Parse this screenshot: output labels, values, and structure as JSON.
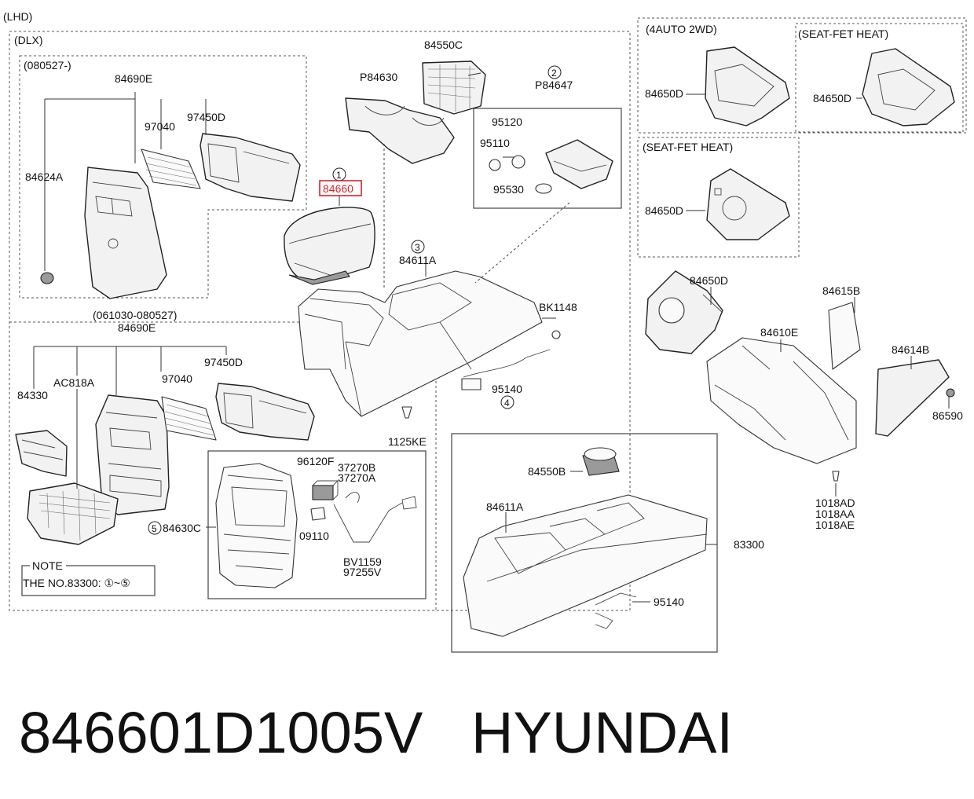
{
  "diagram": {
    "header_lhd": "(LHD)",
    "header_dlx": "(DLX)",
    "frame_080527": "(080527-)",
    "frame_061030": "(061030-080527)",
    "frame_4auto": "(4AUTO 2WD)",
    "frame_seat_heat_1": "(SEAT-FET HEAT)",
    "frame_seat_heat_2": "(SEAT-FET HEAT)",
    "note_title": "NOTE",
    "note_text": "THE NO.83300: ①~⑤",
    "circle_1": "1",
    "circle_2": "2",
    "circle_3": "3",
    "circle_4": "4",
    "circle_5": "5",
    "labels": {
      "p84690E_a": "84690E",
      "p97040_a": "97040",
      "p97450D_a": "97450D",
      "p84624A": "84624A",
      "p84550C": "84550C",
      "pP84630": "P84630",
      "pP84647": "P84647",
      "p95120": "95120",
      "p95110": "95110",
      "p95530": "95530",
      "p84660": "84660",
      "p84611A_a": "84611A",
      "pBK1148": "BK1148",
      "p95140_a": "95140",
      "p1125KE": "1125KE",
      "p84690E_b": "84690E",
      "pAC818A": "AC818A",
      "p84330": "84330",
      "p97040_b": "97040",
      "p97450D_b": "97450D",
      "p84630C": "84630C",
      "p96120F": "96120F",
      "p37270B": "37270B",
      "p37270A": "37270A",
      "p09110": "09110",
      "pBV1159": "BV1159",
      "p97255V": "97255V",
      "p84650D_a": "84650D",
      "p84650D_b": "84650D",
      "p84650D_c": "84650D",
      "p84650D_d": "84650D",
      "p84615B": "84615B",
      "p84610E": "84610E",
      "p84614B": "84614B",
      "p86590": "86590",
      "p1018AD": "1018AD",
      "p1018AA": "1018AA",
      "p1018AE": "1018AE",
      "p84550B": "84550B",
      "p84611A_b": "84611A",
      "p83300": "83300",
      "p95140_b": "95140"
    }
  },
  "footer": {
    "part_number": "846601D1005V",
    "brand": "HYUNDAI"
  },
  "colors": {
    "highlight": "#d9232d",
    "line": "#222222",
    "part_fill": "#f2f2f2"
  }
}
